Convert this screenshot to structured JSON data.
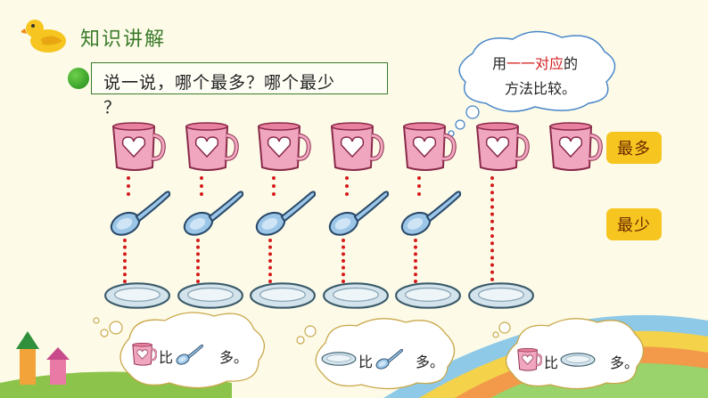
{
  "header": {
    "title": "知识讲解",
    "logo_icon": "duck-icon"
  },
  "question": {
    "line1": "说一说，哪个最多？哪个最少",
    "line2": "？"
  },
  "hint_cloud": {
    "part1": "用",
    "highlight": "一一对应",
    "part2": "的",
    "line2": "方法比较。"
  },
  "badges": {
    "most": "最多",
    "least": "最少"
  },
  "counts": {
    "cups": 7,
    "spoons": 5,
    "plates": 6
  },
  "thoughts": [
    {
      "word1": "比",
      "word2": "多。",
      "left_icon": "cup-icon",
      "right_icon": "spoon-icon"
    },
    {
      "word1": "比",
      "word2": "多。",
      "left_icon": "plate-icon",
      "right_icon": "spoon-icon"
    },
    {
      "word1": "比",
      "word2": "多。",
      "left_icon": "cup-icon",
      "right_icon": "plate-icon"
    }
  ],
  "colors": {
    "cup": "#f0a6bf",
    "spoon": "#9cc6e8",
    "plate": "#d3e3ec",
    "badge": "#f6c51f",
    "dots": "#d41a1a"
  }
}
